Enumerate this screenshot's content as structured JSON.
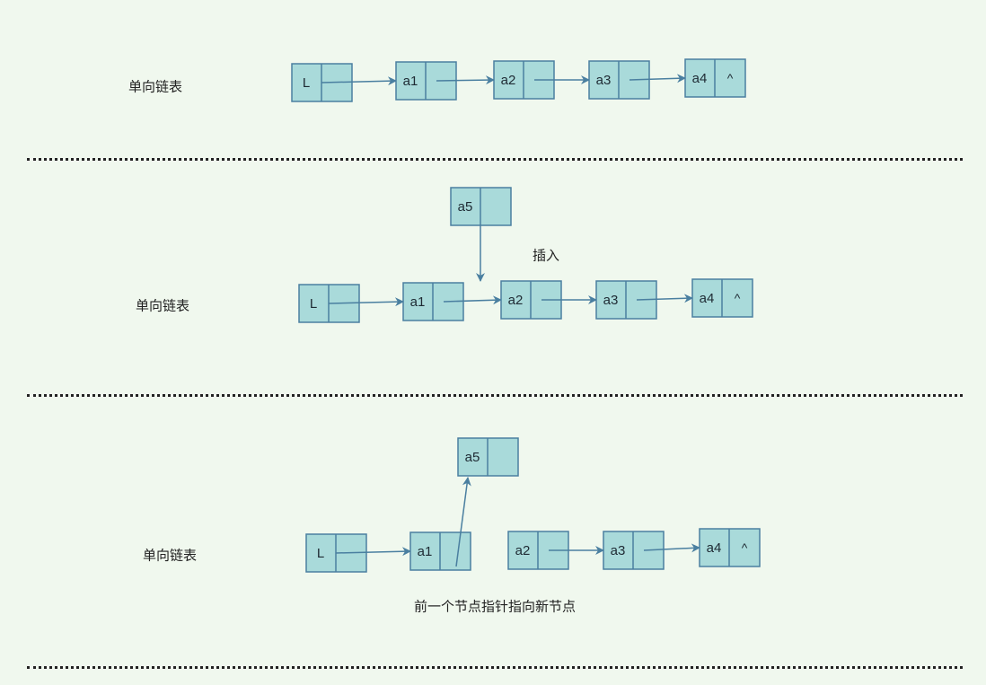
{
  "rows": [
    {
      "title": "单向链表",
      "nodes": [
        "L",
        "a1",
        "a2",
        "a3",
        "a4"
      ],
      "tail": "^"
    },
    {
      "title": "单向链表",
      "nodes": [
        "L",
        "a1",
        "a2",
        "a3",
        "a4"
      ],
      "tail": "^",
      "new_node": "a5",
      "annotation": "插入"
    },
    {
      "title": "单向链表",
      "nodes": [
        "L",
        "a1",
        "a2",
        "a3",
        "a4"
      ],
      "tail": "^",
      "new_node": "a5",
      "annotation": "前一个节点指针指向新节点"
    }
  ],
  "colors": {
    "background": "#f0f8ee",
    "node_fill": "#a9dada",
    "node_stroke": "#4a7fa0",
    "arrow": "#4a7fa0",
    "text": "#1e2a33"
  }
}
